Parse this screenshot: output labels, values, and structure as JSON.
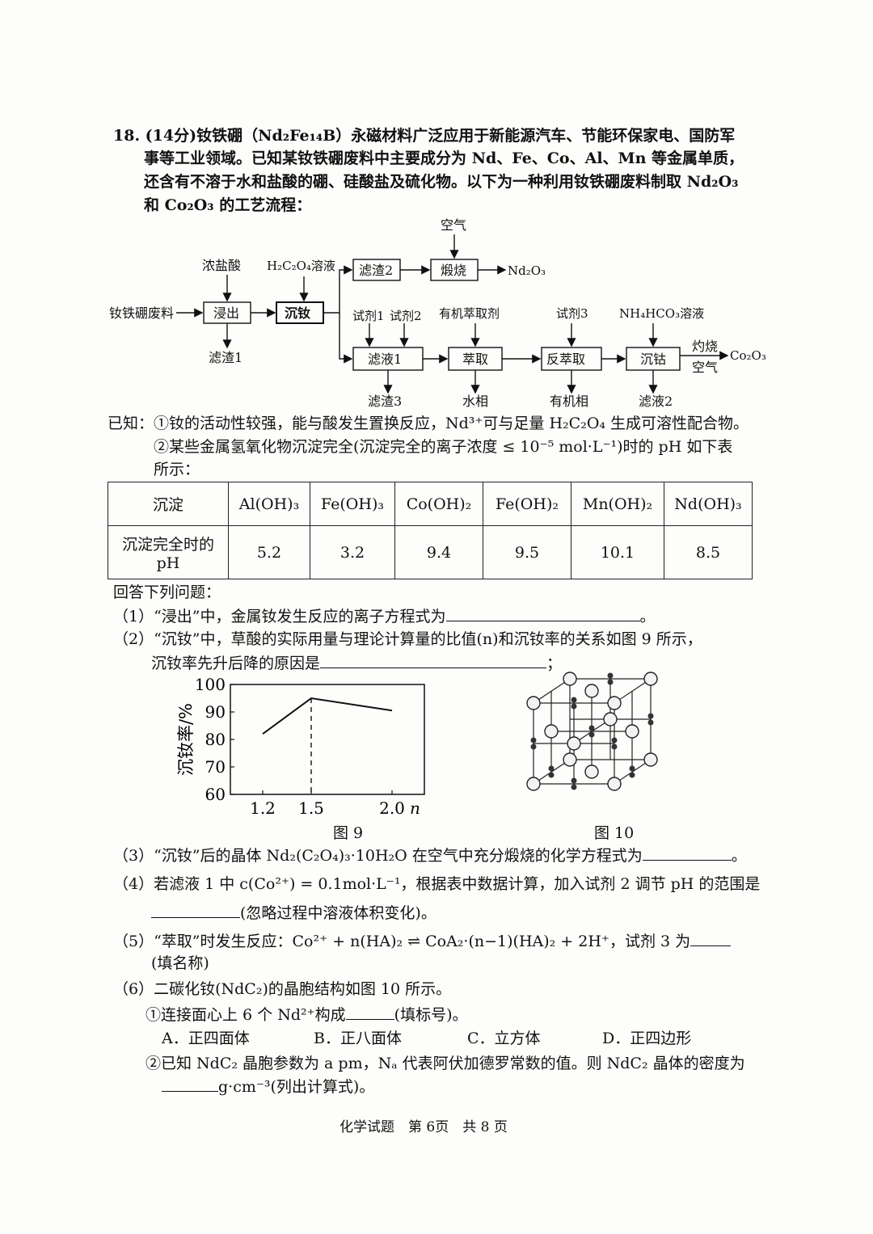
{
  "question": {
    "intro_lines": [
      "18. (14分)钕铁硼（Nd₂Fe₁₄B）永磁材料广泛应用于新能源汽车、节能环保家电、国防军",
      "事等工业领域。已知某钕铁硼废料中主要成分为 Nd、Fe、Co、Al、Mn 等金属单质，",
      "还含有不溶于水和盐酸的硼、硅酸盐及硫化物。以下为一种利用钕铁硼废料制取 Nd₂O₃",
      "和 Co₂O₃ 的工艺流程："
    ]
  },
  "flow": {
    "feed": "钕铁硼废料",
    "leach_reagent": "浓盐酸",
    "leach": "浸出",
    "residue1": "滤渣1",
    "oxalic": "H₂C₂O₄溶液",
    "precip_nd": "沉钕",
    "residue2": "滤渣2",
    "air_top": "空气",
    "calcine": "煅烧",
    "nd2o3": "Nd₂O₃",
    "reagent1": "试剂1",
    "reagent2": "试剂2",
    "filtrate1": "滤液1",
    "residue3": "滤渣3",
    "extractant": "有机萃取剂",
    "extract": "萃取",
    "aqueous": "水相",
    "reagent3": "试剂3",
    "back_extract": "反萃取",
    "organic": "有机相",
    "nh4hco3": "NH₄HCO₃溶液",
    "precip_co": "沉钴",
    "filtrate2": "滤液2",
    "burn": "灼烧",
    "air_right": "空气",
    "co2o3": "Co₂O₃"
  },
  "known": {
    "line1": "已知：①钕的活动性较强，能与酸发生置换反应，Nd³⁺可与足量 H₂C₂O₄ 生成可溶性配合物。",
    "line2": "②某些金属氢氧化物沉淀完全(沉淀完全的离子浓度 ≤ 10⁻⁵ mol·L⁻¹)时的 pH 如下表",
    "line3": "所示："
  },
  "table": {
    "row1_header": "沉淀",
    "row2_header_a": "沉淀完全时的",
    "row2_header_b": "pH",
    "columns": [
      "Al(OH)₃",
      "Fe(OH)₃",
      "Co(OH)₂",
      "Fe(OH)₂",
      "Mn(OH)₂",
      "Nd(OH)₃"
    ],
    "values": [
      "5.2",
      "3.2",
      "9.4",
      "9.5",
      "10.1",
      "8.5"
    ]
  },
  "questions": {
    "answer_prompt": "回答下列问题：",
    "q1": "（1）“浸出”中，金属钕发生反应的离子方程式为",
    "q1_end": "。",
    "q2a": "（2）“沉钕”中，草酸的实际用量与理论计算量的比值(n)和沉钕率的关系如图 9 所示，",
    "q2b": "沉钕率先升后降的原因是",
    "q2b_end": "；",
    "q3": "（3）“沉钕”后的晶体 Nd₂(C₂O₄)₃·10H₂O 在空气中充分煅烧的化学方程式为",
    "q3_end": "。",
    "q4a": "（4）若滤液 1 中 c(Co²⁺) = 0.1mol·L⁻¹，根据表中数据计算，加入试剂 2 调节 pH 的范围是",
    "q4b": "(忽略过程中溶液体积变化)。",
    "q5a": "（5）“萃取”时发生反应：Co²⁺ + n(HA)₂ ⇌ CoA₂·(n−1)(HA)₂ + 2H⁺，试剂 3 为",
    "q5b": "(填名称)",
    "q6": "（6）二碳化钕(NdC₂)的晶胞结构如图 10 所示。",
    "q6_1": "①连接面心上 6 个 Nd²⁺构成",
    "q6_1_end": "(填标号)。",
    "options": [
      "A．正四面体",
      "B．正八面体",
      "C．立方体",
      "D．正四边形"
    ],
    "q6_2": "②已知 NdC₂ 晶胞参数为 a pm，Nₐ 代表阿伏加德罗常数的值。则 NdC₂ 晶体的密度为",
    "q6_2b": "g·cm⁻³(列出计算式)。"
  },
  "fig9_label": "图 9",
  "fig10_label": "图 10",
  "footer": "化学试题　第 6页　共 8 页",
  "chart_data": {
    "type": "line",
    "ylabel": "沉钕率/%",
    "xlabel": "n",
    "ylim": [
      60,
      100
    ],
    "yticks": [
      "100",
      "90",
      "80",
      "70",
      "60"
    ],
    "xticks": [
      "1.2",
      "1.5",
      "2.0"
    ],
    "x": [
      1.2,
      1.5,
      2.0
    ],
    "values": [
      82,
      95,
      90.5
    ],
    "grid": false
  }
}
